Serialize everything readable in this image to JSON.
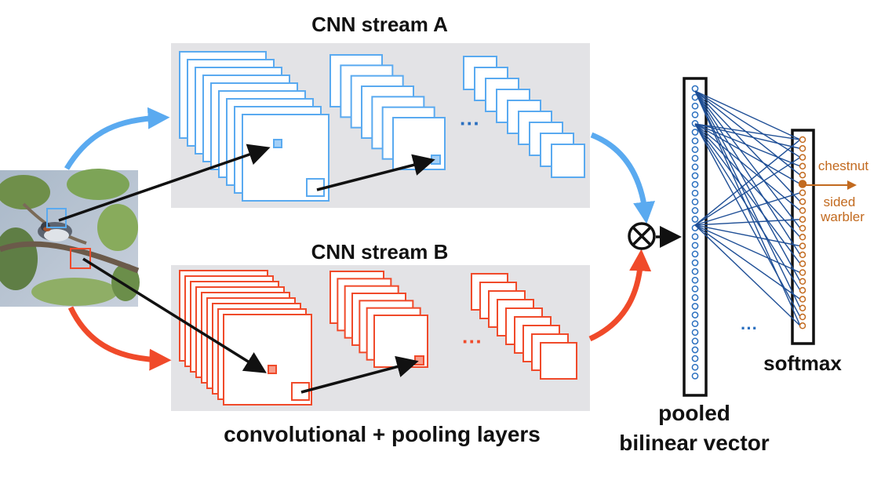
{
  "labels": {
    "stream_a": "CNN stream A",
    "stream_b": "CNN stream B",
    "conv_layers": "convolutional + pooling layers",
    "pooled_line1": "pooled",
    "pooled_line2": "bilinear vector",
    "softmax": "softmax",
    "class_line1": "chestnut",
    "class_line2": "sided",
    "class_line3": "warbler",
    "ellipsis": "···",
    "ellipsis_fc": "···"
  },
  "colors": {
    "stream_a": "#5aaaf0",
    "stream_b": "#f04a2a",
    "panel": "#e3e3e6",
    "vector_node": "#2a6fbf",
    "softmax_node": "#c26a1f",
    "connection": "#1f4f96",
    "arrow": "#111111"
  },
  "icons": {
    "bilinear_op": "circled-times-icon"
  }
}
